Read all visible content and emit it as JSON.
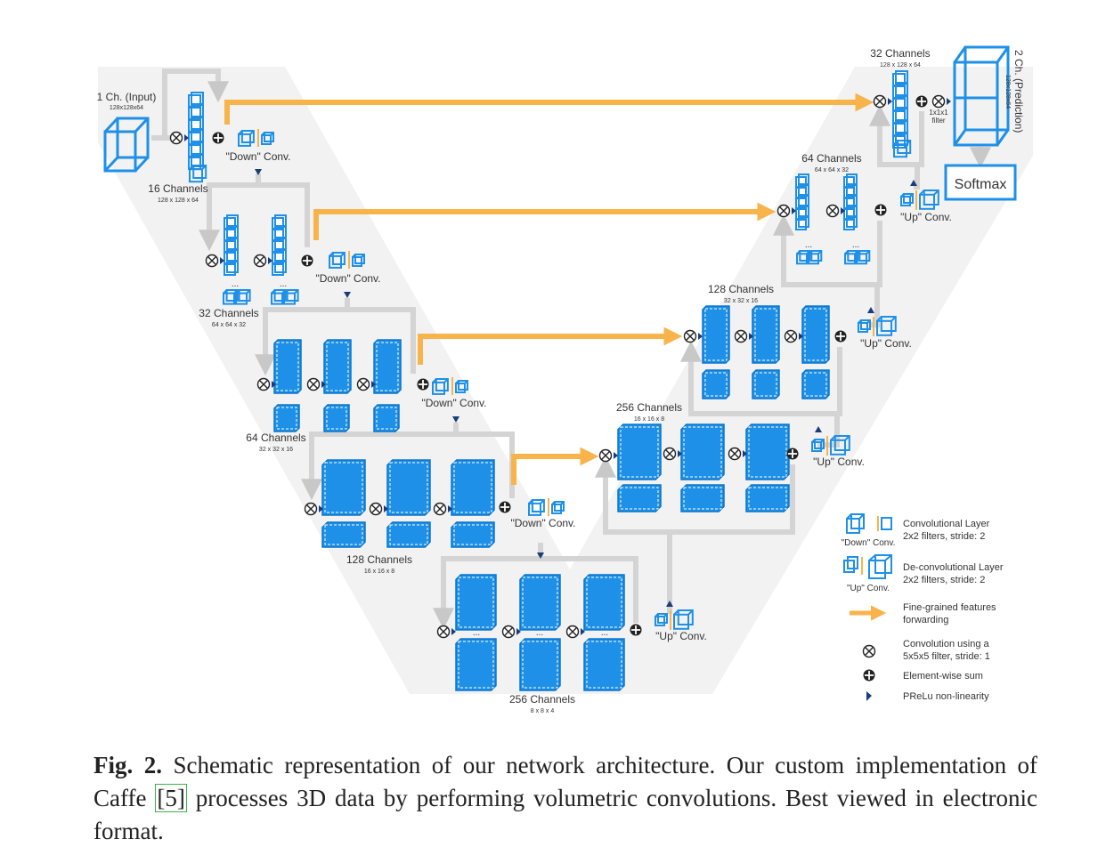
{
  "labels": {
    "input_title": "1 Ch. (Input)",
    "input_dim": "128x128x64",
    "pred_title": "2 Ch. (Prediction)",
    "pred_dim": "128x128x64",
    "softmax": "Softmax",
    "filter_1x1": "1x1x1",
    "filter_word": "filter",
    "down_conv": "\"Down\" Conv.",
    "up_conv": "\"Up\" Conv.",
    "ellipsis": "...",
    "stage_16": {
      "title": "16 Channels",
      "dim": "128 x 128 x 64"
    },
    "stage_32": {
      "title": "32 Channels",
      "dim": "64 x 64 x 32"
    },
    "stage_64": {
      "title": "64 Channels",
      "dim": "32 x 32 x 16"
    },
    "stage_128": {
      "title": "128 Channels",
      "dim": "16 x 16 x 8"
    },
    "stage_256": {
      "title": "256 Channels",
      "dim": "8 x 8 x 4"
    },
    "up_256": {
      "title": "256 Channels",
      "dim": "16 x 16 x 8"
    },
    "up_128": {
      "title": "128 Channels",
      "dim": "32 x 32 x 16"
    },
    "up_64": {
      "title": "64 Channels",
      "dim": "64 x 64 x 32"
    },
    "up_32": {
      "title": "32 Channels",
      "dim": "128 x 128 x 64"
    }
  },
  "legend": {
    "conv_line1": "Convolutional Layer",
    "conv_line2": "2x2 filters, stride: 2",
    "conv_sub": "\"Down\" Conv.",
    "deconv_line1": "De-convolutional Layer",
    "deconv_line2": "2x2 filters, stride: 2",
    "deconv_sub": "\"Up\" Conv.",
    "forward_line1": "Fine-grained features",
    "forward_line2": "forwarding",
    "convop_line1": "Convolution using a",
    "convop_line2": "5x5x5 filter, stride: 1",
    "sum": "Element-wise sum",
    "prelu": "PReLu non-linearity"
  },
  "caption": {
    "fig": "Fig. 2.",
    "text_a": "Schematic representation of our network architecture. Our custom implementation of Caffe",
    "ref": "[5]",
    "text_b": "processes 3D data by performing volumetric convolutions. Best viewed in electronic format."
  },
  "colors": {
    "block": "#1e90e8",
    "block_stroke": "#0a74cc",
    "forward": "#f8b44a",
    "flow": "#d4d4d4",
    "band": "#f2f2f2"
  }
}
